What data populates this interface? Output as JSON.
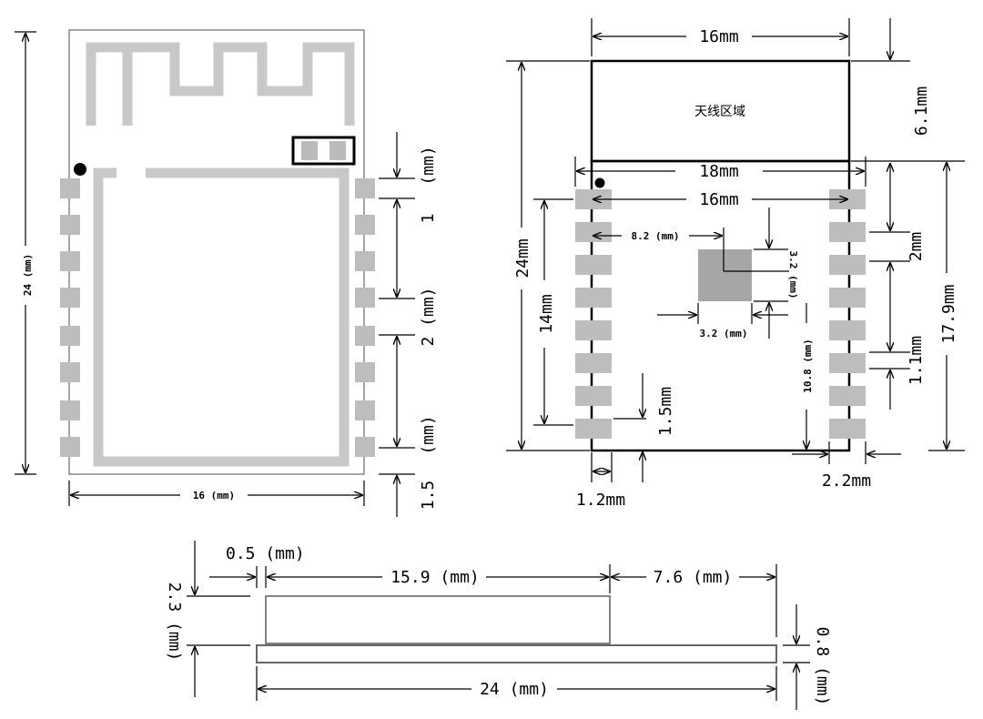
{
  "left_view": {
    "height_label": "24 (mm)",
    "width_label": "16 (mm)",
    "side_dims": [
      "(mm)",
      "1",
      "2 (mm)",
      "(mm)",
      "1.5"
    ]
  },
  "right_view": {
    "top_width": "16mm",
    "antenna_height": "6.1mm",
    "antenna_area": "天线区域",
    "outer_width": "18mm",
    "inner_width": "16mm",
    "total_height": "24mm",
    "pad_span": "14mm",
    "pad_pitch": "2mm",
    "body_height": "17.9mm",
    "pad_len": "1.1mm",
    "pad_offset": "1.5mm",
    "pad_width": "1.2mm",
    "right_gap": "2.2mm",
    "gnd_x": "8.2 (mm)",
    "gnd_w": "3.2 (mm)",
    "gnd_h": "3.2 (mm)",
    "gnd_y": "10.8 (mm)"
  },
  "bottom_view": {
    "edge": "0.5 (mm)",
    "shield_len": "15.9 (mm)",
    "overhang": "7.6 (mm)",
    "height": "2.3 (mm)",
    "pcb_thickness": "0.8 (mm)",
    "total_len": "24 (mm)"
  }
}
